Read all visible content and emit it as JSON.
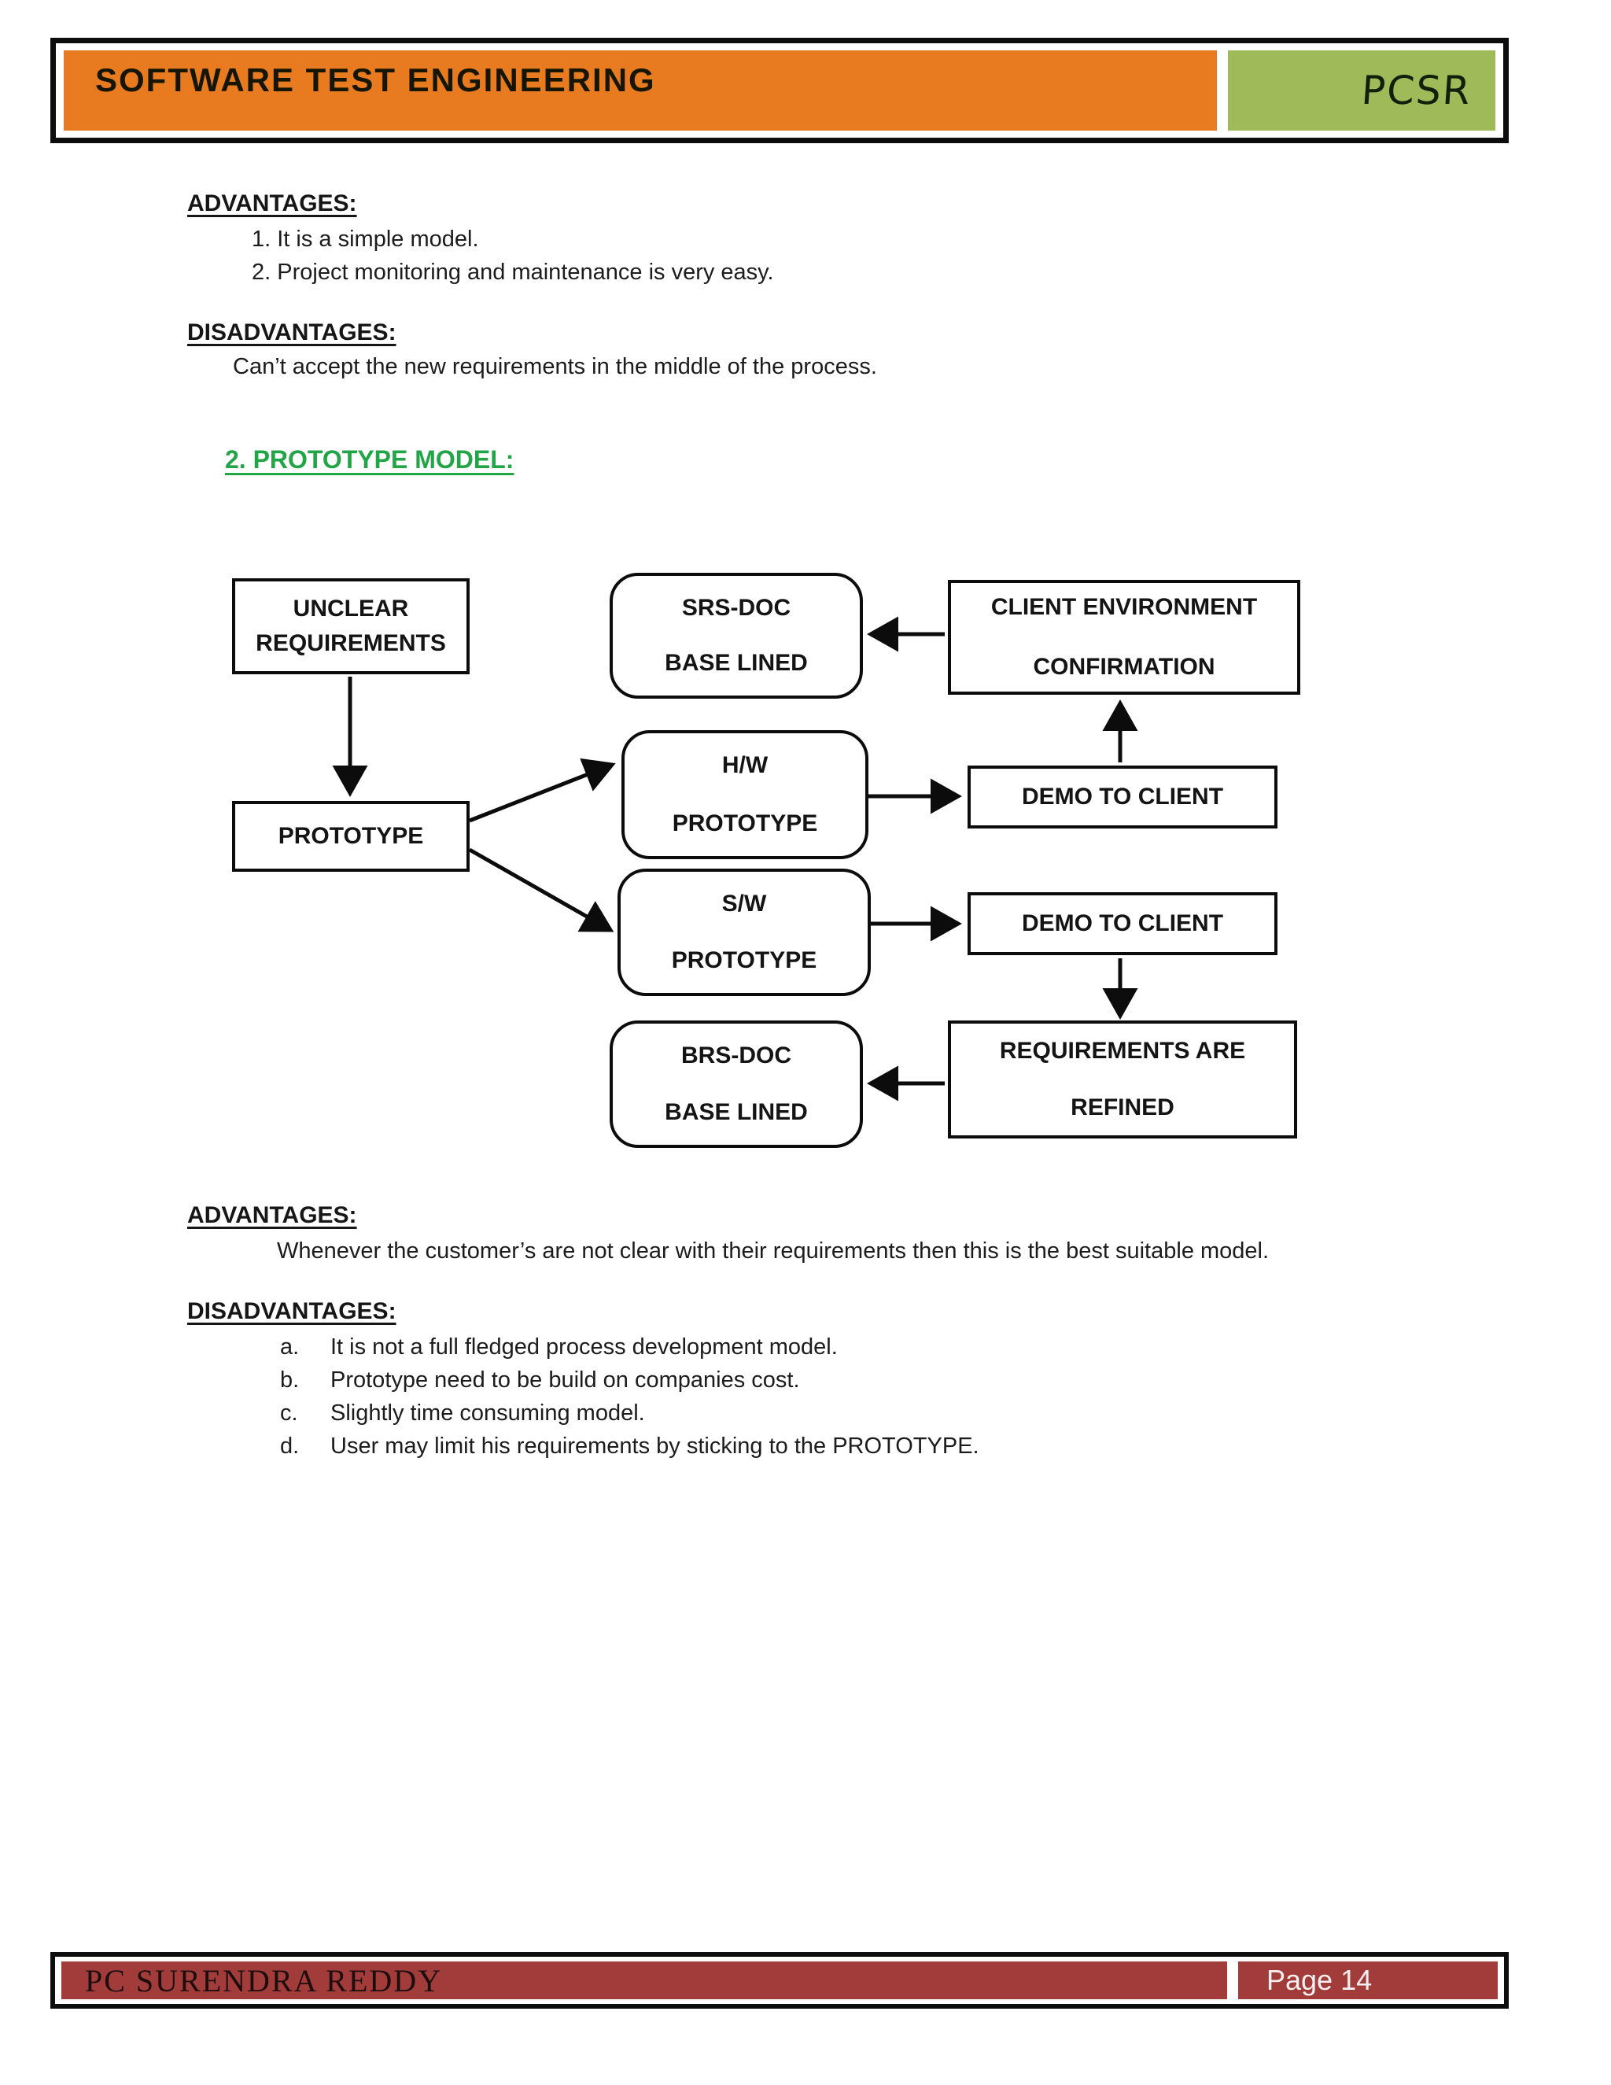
{
  "header": {
    "title": "SOFTWARE TEST ENGINEERING",
    "logo": "PCSR"
  },
  "section1": {
    "advantages_heading": "ADVANTAGES:",
    "advantages_items": [
      "1. It is a simple model.",
      "2. Project monitoring and maintenance is very easy."
    ],
    "disadvantages_heading": "DISADVANTAGES:",
    "disadvantages_text": "Can’t accept the new requirements in the middle of the process."
  },
  "model_heading": "2. PROTOTYPE MODEL:",
  "diagram": {
    "boxes": {
      "unclear": {
        "lines": [
          "UNCLEAR",
          "REQUIREMENTS"
        ]
      },
      "srs": {
        "lines": [
          "SRS-DOC",
          "BASE LINED"
        ]
      },
      "client_env": {
        "lines": [
          "CLIENT ENVIRONMENT",
          "CONFIRMATION"
        ]
      },
      "hw": {
        "lines": [
          "H/W",
          "PROTOTYPE"
        ]
      },
      "demo_top": {
        "lines": [
          "DEMO TO CLIENT"
        ]
      },
      "prototype": {
        "lines": [
          "PROTOTYPE"
        ]
      },
      "sw": {
        "lines": [
          "S/W",
          "PROTOTYPE"
        ]
      },
      "demo_bottom": {
        "lines": [
          "DEMO TO CLIENT"
        ]
      },
      "brs": {
        "lines": [
          "BRS-DOC",
          "BASE LINED"
        ]
      },
      "requirements": {
        "lines": [
          "REQUIREMENTS ARE",
          "REFINED"
        ]
      }
    }
  },
  "section2": {
    "advantages_heading": "ADVANTAGES:",
    "advantages_text": "Whenever the customer’s are not clear with their requirements then this is the best suitable model.",
    "disadvantages_heading": "DISADVANTAGES:",
    "disadvantages_items": [
      {
        "marker": "a.",
        "text": "It is not a full fledged process development model."
      },
      {
        "marker": "b.",
        "text": "Prototype need to be build on companies cost."
      },
      {
        "marker": "c.",
        "text": "Slightly time consuming model."
      },
      {
        "marker": "d.",
        "text": "User may limit his requirements by sticking to the PROTOTYPE."
      }
    ]
  },
  "footer": {
    "author": "PC SURENDRA REDDY",
    "page": "Page 14"
  },
  "colors": {
    "header_orange": "#e87b20",
    "logo_green": "#9fbb59",
    "heading_green": "#21a546",
    "footer_red": "#a13c3b"
  }
}
